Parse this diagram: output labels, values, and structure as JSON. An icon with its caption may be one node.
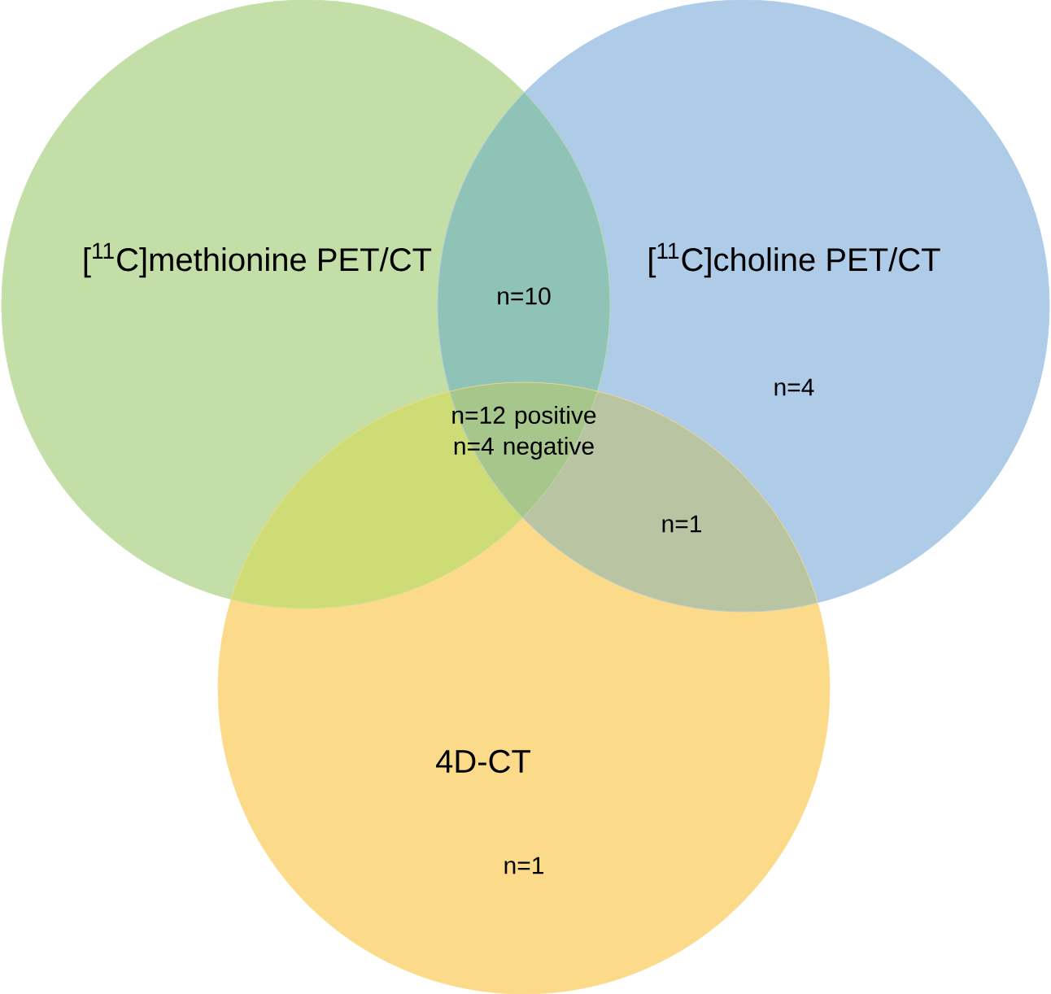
{
  "diagram": {
    "nodes": [
      {
        "text": [
          "[$^{11}$C]methionine PET/CT"
        ]
      },
      {
        "text": [
          "[$^{11}$C]choline PET/CT",
          "n=4"
        ]
      },
      {
        "text": [
          "4D-CT",
          "n=1"
        ]
      }
    ],
    "labels": [
      "n=10",
      "n=12 positive n=4 negative",
      "n=1"
    ]
  }
}
